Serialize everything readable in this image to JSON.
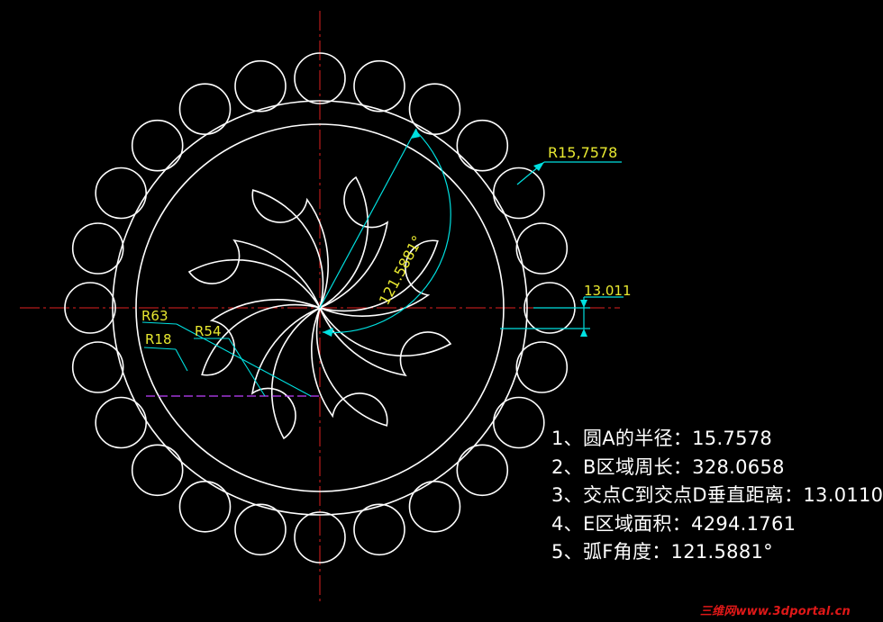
{
  "dimensions": {
    "circle_a_radius": "R15,7578",
    "vertical_distance": "13.011",
    "arc_angle": "121.5881°",
    "r63": "R63",
    "r54": "R54",
    "r18": "R18"
  },
  "answers": [
    "1、圆A的半径：15.7578",
    "2、B区域周长：328.0658",
    "3、交点C到交点D垂直距离：13.0110",
    "4、E区域面积：4294.1761",
    "5、弧F角度：121.5881°"
  ],
  "watermark": "三维网www.3dportal.cn",
  "colors": {
    "background": "#000000",
    "geometry": "#ffffff",
    "centerline": "#e02020",
    "dimension": "#00e0e0",
    "dimension_text": "#e8e830",
    "construction": "#c040ff"
  }
}
